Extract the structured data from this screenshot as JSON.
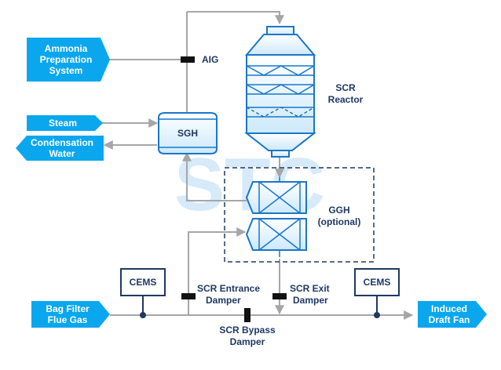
{
  "watermark": "STC",
  "inputs": {
    "ammonia": [
      "Ammonia",
      "Preparation",
      "System"
    ],
    "steam": [
      "Steam"
    ],
    "condensation": [
      "Condensation",
      "Water"
    ],
    "bag_filter": [
      "Bag Filter",
      "Flue Gas"
    ],
    "induced_fan": [
      "Induced",
      "Draft Fan"
    ]
  },
  "equipment": {
    "sgh": "SGH",
    "aig": "AIG",
    "scr_reactor": [
      "SCR",
      "Reactor"
    ],
    "ggh": [
      "GGH",
      "(optional)"
    ],
    "cems_left": "CEMS",
    "cems_right": "CEMS"
  },
  "dampers": {
    "entrance": [
      "SCR Entrance",
      "Damper"
    ],
    "exit": [
      "SCR Exit",
      "Damper"
    ],
    "bypass": [
      "SCR Bypass",
      "Damper"
    ]
  },
  "colors": {
    "tag_blue": "#0aa7ee",
    "equipment_fill": "#d9effc",
    "equipment_stroke": "#1a76c9",
    "pipe": "#a6a6a6",
    "text_dark": "#1f3864",
    "watermark": "#cfe7f8"
  }
}
